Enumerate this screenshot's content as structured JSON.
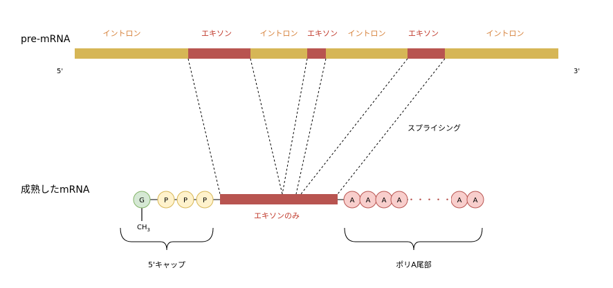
{
  "labels": {
    "pre_mrna": "pre-mRNA",
    "mature_mrna": "成熟したmRNA",
    "five_prime": "5'",
    "three_prime": "3'",
    "splicing": "スプライシング",
    "exons_only": "エキソンのみ",
    "five_cap": "5'キャップ",
    "poly_a_tail": "ポリA尾部",
    "ch3_main": "CH",
    "ch3_sub": "3",
    "dots": "・・・・・"
  },
  "segments": [
    {
      "type": "intron",
      "label": "イントロン"
    },
    {
      "type": "exon",
      "label": "エキソン"
    },
    {
      "type": "intron",
      "label": "イントロン"
    },
    {
      "type": "exon",
      "label": "エキソン"
    },
    {
      "type": "intron",
      "label": "イントロン"
    },
    {
      "type": "exon",
      "label": "エキソン"
    },
    {
      "type": "intron",
      "label": "イントロン"
    }
  ],
  "cap": {
    "guanine": "G",
    "phosphates": [
      "P",
      "P",
      "P"
    ]
  },
  "poly_a": [
    "A",
    "A",
    "A",
    "A",
    "A",
    "A"
  ],
  "colors": {
    "intron": "#D6B656",
    "exon": "#B85450",
    "intron_text": "#D6813A",
    "exon_text": "#C0392B",
    "guanine_fill": "#D5E8D4",
    "guanine_stroke": "#82B366",
    "phosphate_fill": "#FFF2CC",
    "phosphate_stroke": "#D6B656",
    "a_fill": "#F8CECC",
    "a_stroke": "#B85450"
  }
}
